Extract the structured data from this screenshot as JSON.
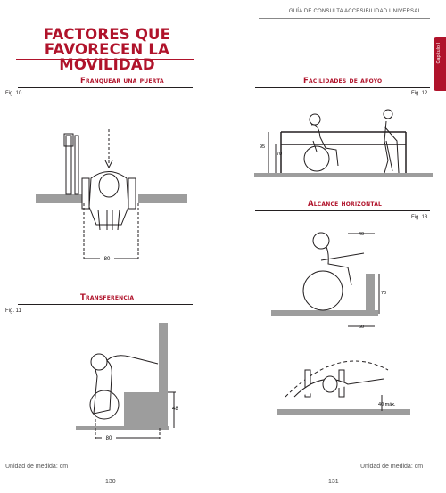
{
  "header": {
    "running_title": "GUÍA DE CONSULTA ACCESIBILIDAD UNIVERSAL"
  },
  "chapter_tab": {
    "label": "Capítulo I"
  },
  "title": {
    "line1": "FACTORES QUE",
    "line2": "FAVORECEN LA MOVILIDAD"
  },
  "sections": {
    "franquear": {
      "heading": "Franquear una puerta",
      "fig": "Fig. 10",
      "dim": "80"
    },
    "transferencia": {
      "heading": "Transferencia",
      "fig": "Fig. 11",
      "dim_w": "80",
      "dim_h": "48"
    },
    "facilidades": {
      "heading": "Facilidades de apoyo",
      "fig": "Fig. 12",
      "dim_a": "95",
      "dim_b": "70"
    },
    "alcance": {
      "heading": "Alcance horizontal",
      "fig": "Fig. 13",
      "dim_top": "40",
      "dim_h": "70",
      "dim_w": "60",
      "dim_max": "40 máx."
    }
  },
  "footer": {
    "left_unit": "Unidad de medida: cm",
    "right_unit": "Unidad de medida: cm",
    "page_left": "130",
    "page_right": "131"
  },
  "colors": {
    "accent": "#b0132b",
    "ink": "#231f20",
    "gray": "#9d9d9d"
  }
}
